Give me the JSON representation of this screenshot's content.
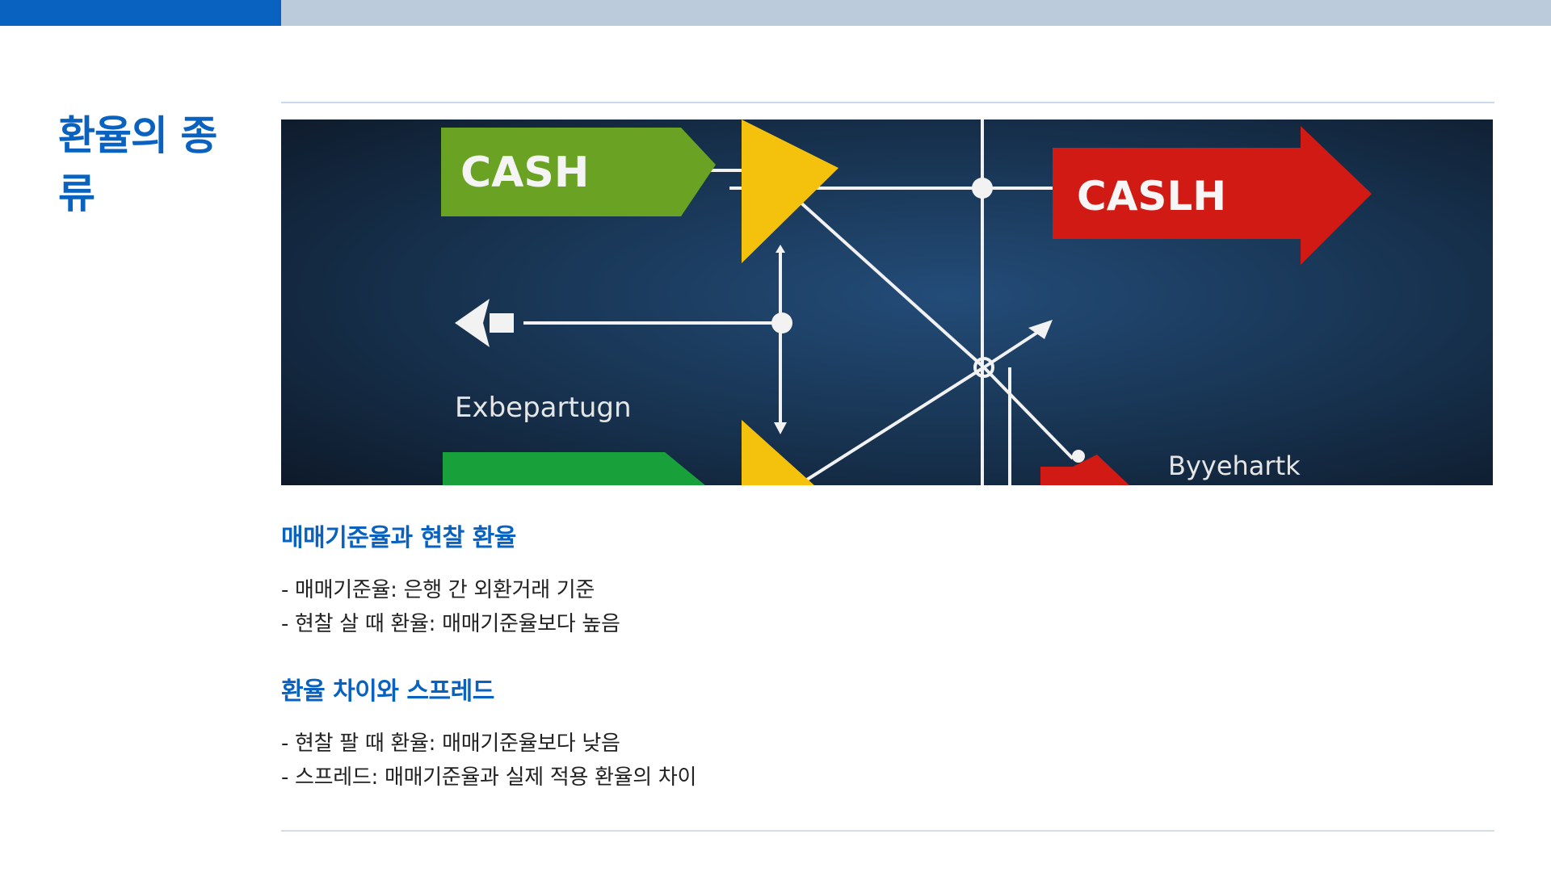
{
  "title": "환율의 종류",
  "colors": {
    "accent": "#0a62c0",
    "top_bar": "#bccbdb",
    "rule": "#c9d8ea",
    "text": "#222222"
  },
  "image": {
    "subject": "exchange-rate-flow-diagram",
    "labels": {
      "cash_green": "CASH",
      "cash_red": "CASLH",
      "middle": "Exbepartugn",
      "bottom_right": "Byyehartk"
    }
  },
  "sections": [
    {
      "heading": "매매기준율과 현찰 환율",
      "bullets": [
        "- 매매기준율: 은행 간 외환거래 기준",
        "- 현찰 살 때 환율: 매매기준율보다 높음"
      ]
    },
    {
      "heading": "환율 차이와 스프레드",
      "bullets": [
        "- 현찰 팔 때 환율: 매매기준율보다 낮음",
        "- 스프레드: 매매기준율과 실제 적용 환율의 차이"
      ]
    }
  ]
}
